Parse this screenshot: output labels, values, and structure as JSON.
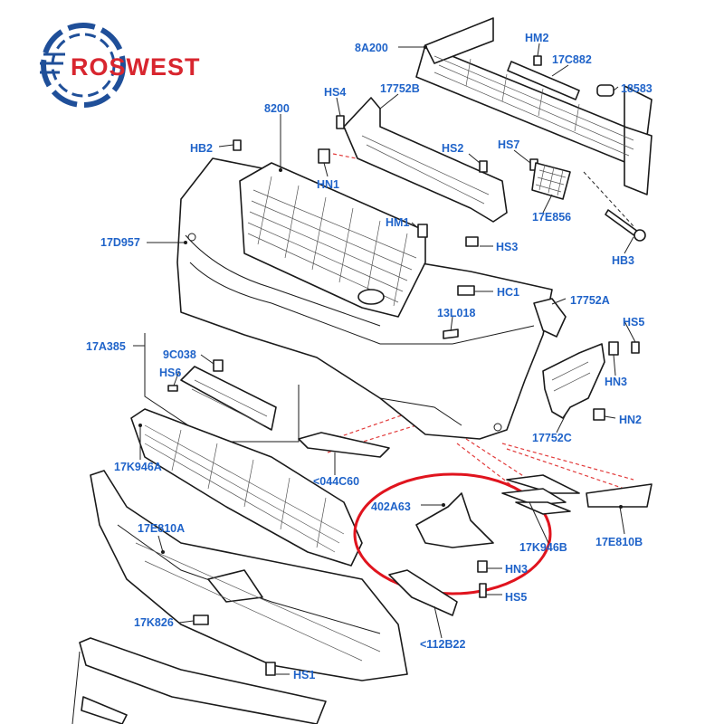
{
  "logo": {
    "text": "ROSWEST",
    "color_text": "#d8262f",
    "color_ring": "#1f4f99"
  },
  "colors": {
    "label": "#1f63c9",
    "highlight": "#e0141e",
    "dashed_guides": "#e23b3b"
  },
  "labels": {
    "8A200": "8A200",
    "HM2": "HM2",
    "17C882": "17C882",
    "18583": "18583",
    "HS4": "HS4",
    "17752B": "17752B",
    "8200": "8200",
    "HB2": "HB2",
    "HS2": "HS2",
    "HS7": "HS7",
    "HN1": "HN1",
    "17E856": "17E856",
    "HM1": "HM1",
    "HS3": "HS3",
    "HB3": "HB3",
    "17D957": "17D957",
    "HC1": "HC1",
    "17752A": "17752A",
    "13L018": "13L018",
    "HS5a": "HS5",
    "17A385": "17A385",
    "9C038": "9C038",
    "HS6": "HS6",
    "HN3a": "HN3",
    "HN2": "HN2",
    "17752C": "17752C",
    "17K946A": "17K946A",
    "044C60": "<044C60",
    "402A63": "402A63",
    "17K946B": "17K946B",
    "17E810B": "17E810B",
    "17E810A": "17E810A",
    "HN3b": "HN3",
    "HS5b": "HS5",
    "17K826": "17K826",
    "112B22": "<112B22",
    "HS1": "HS1"
  }
}
